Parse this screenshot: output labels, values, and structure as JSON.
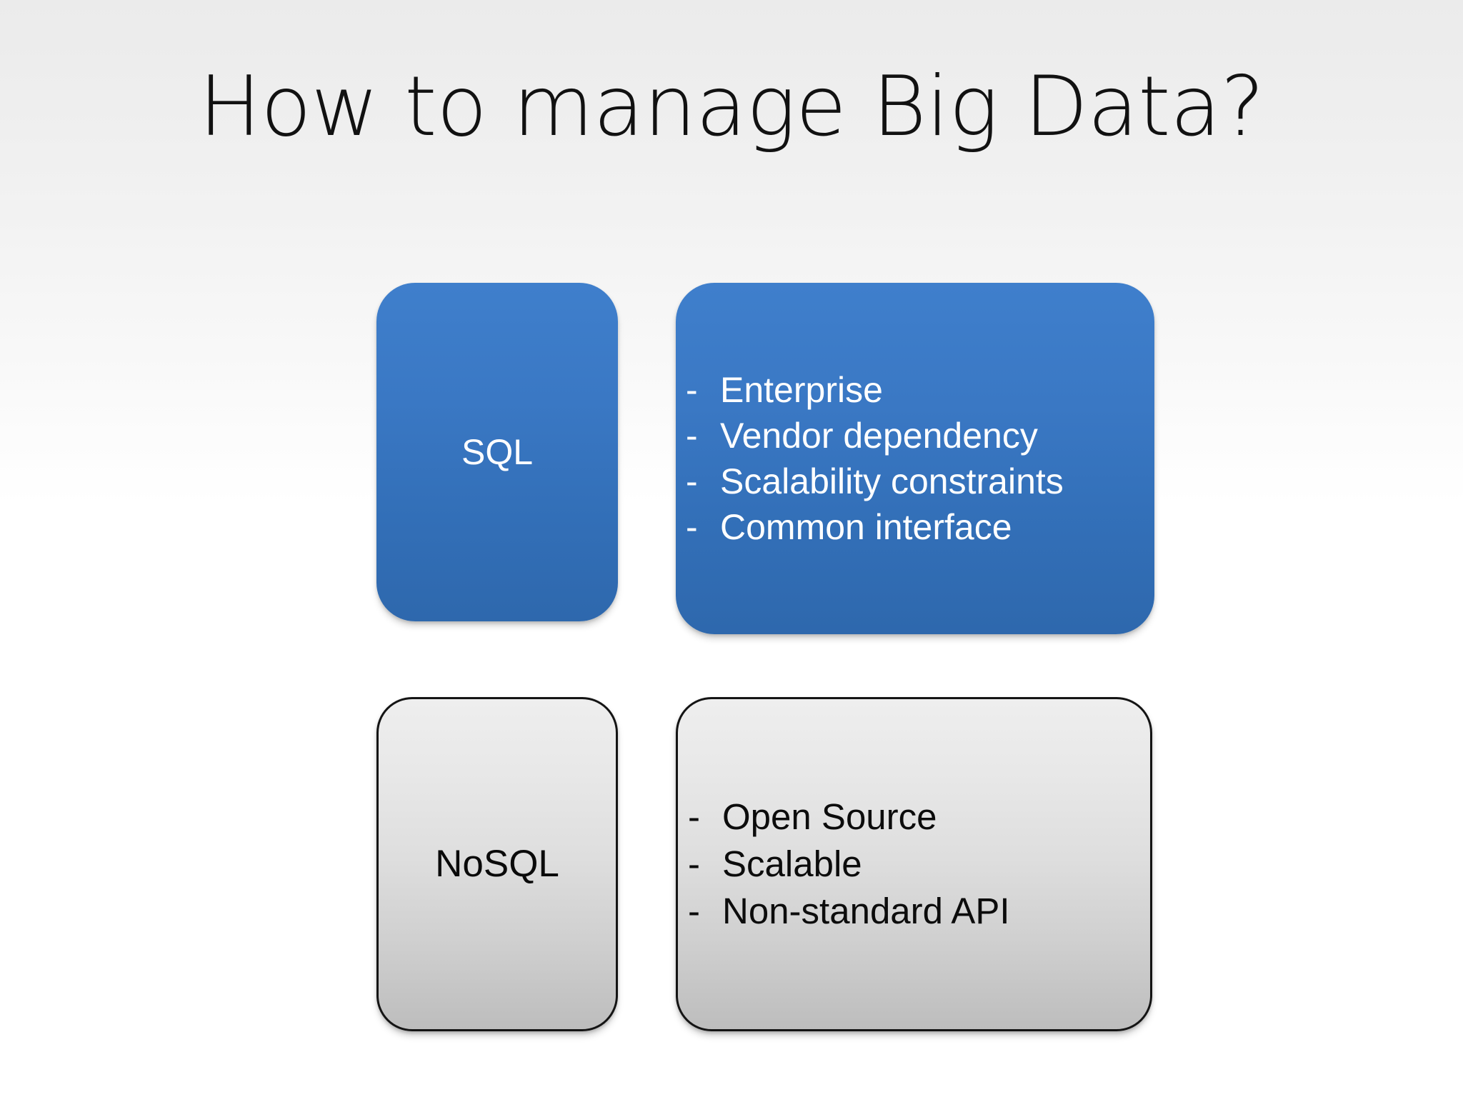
{
  "slide": {
    "title": "How to manage Big Data?",
    "background_top_color": "#ebebeb",
    "background_bottom_color": "#ffffff"
  },
  "cards": {
    "sql": {
      "label": "SQL",
      "fill_top_color": "#3f7fcc",
      "fill_bottom_color": "#2e68ad",
      "text_color": "#ffffff"
    },
    "sql_details": {
      "text_color": "#ffffff",
      "bullet_marker": "-",
      "items": [
        "Enterprise",
        "Vendor dependency",
        "Scalability constraints",
        "Common interface"
      ]
    },
    "nosql": {
      "label": "NoSQL",
      "fill_top_color": "#eeeeee",
      "fill_bottom_color": "#bdbdbd",
      "border_color": "#141414",
      "text_color": "#0a0a0a"
    },
    "nosql_details": {
      "text_color": "#0c0c0c",
      "bullet_marker": "-",
      "items": [
        "Open Source",
        "Scalable",
        "Non-standard API"
      ]
    }
  }
}
